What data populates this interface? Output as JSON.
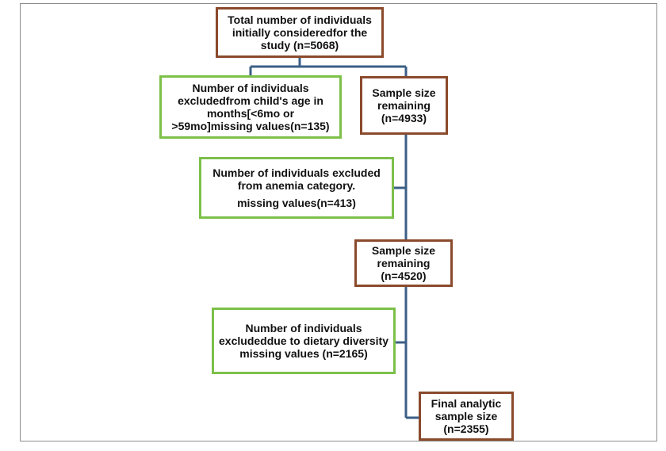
{
  "colors": {
    "brown_border": "#8a4a2c",
    "green_border": "#7cc04a",
    "connector": "#3b5f86"
  },
  "boxes": {
    "total": "Total number of individuals initially consideredfor the study (n=5068)",
    "excluded_age": "Number of individuals excludedfrom child's age in months[<6mo or >59mo]missing values(n=135)",
    "sample1": "Sample size remaining (n=4933)",
    "excluded_anemia_line1": "Number of individuals excluded from anemia category.",
    "excluded_anemia_line2": "missing values(n=413)",
    "sample2": "Sample size remaining (n=4520)",
    "excluded_diet": "Number of individuals excludeddue to dietary diversity missing values (n=2165)",
    "final": "Final analytic sample size (n=2355)"
  }
}
